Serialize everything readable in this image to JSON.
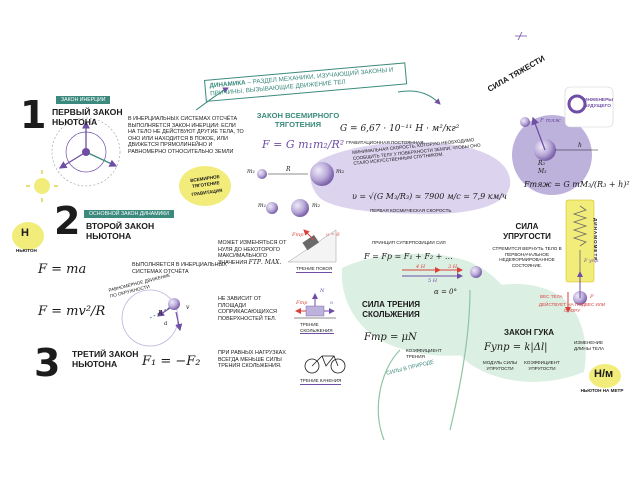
{
  "badge_text": "ИНЖЕНЕРЫ БУДУЩЕГО",
  "title": {
    "main": "ДИНАМИКА",
    "rest": " – РАЗДЕЛ МЕХАНИКИ, ИЗУЧАЮЩИЙ ЗАКОНЫ И ПРИЧИНЫ, ВЫЗЫВАЮЩИЕ ДВИЖЕНИЕ ТЕЛ"
  },
  "law1": {
    "num": "1",
    "tag": "ЗАКОН ИНЕРЦИИ",
    "title": "ПЕРВЫЙ ЗАКОН НЬЮТОНА",
    "text": "В ИНЕРЦИАЛЬНЫХ СИСТЕМАХ ОТСЧЁТА ВЫПОЛНЯЕТСЯ ЗАКОН ИНЕРЦИИ: ЕСЛИ НА ТЕЛО НЕ ДЕЙСТВУЮТ ДРУГИЕ ТЕЛА, ТО ОНО ИЛИ НАХОДИТСЯ В ПОКОЕ, ИЛИ ДВИЖЕТСЯ ПРЯМОЛИНЕЙНО И РАВНОМЕРНО ОТНОСИТЕЛЬНО ЗЕМЛИ"
  },
  "law2": {
    "num": "2",
    "tag": "ОСНОВНОЙ ЗАКОН ДИНАМИКИ",
    "title": "ВТОРОЙ ЗАКОН НЬЮТОНА",
    "unit_left": "Н",
    "unit_label": "НЬЮТОН",
    "formula": "F = ma",
    "formula_text": "ВЫПОЛНЯЕТСЯ В ИНЕРЦИАЛЬНЫХ СИСТЕМАХ ОТСЧЁТА",
    "formula2": "F = mv²/R",
    "circle_text": "РАВНОМЕРНОЕ ДВИЖЕНИЕ ПО ОКРУЖНОСТИ",
    "label_v": "v",
    "label_R": "R",
    "label_a": "a"
  },
  "law3": {
    "num": "3",
    "title": "ТРЕТИЙ ЗАКОН НЬЮТОНА",
    "formula": "F₁ = −F₂"
  },
  "gravity": {
    "title": "ЗАКОН ВСЕМИРНОГО ТЯГОТЕНИЯ",
    "formula": "F = G m₁m₂/R²",
    "G_value": "G = 6,67 · 10⁻¹¹ Н · м²/кг²",
    "G_label": "ГРАВИТАЦИОННАЯ ПОСТОЯННАЯ",
    "side_label": "ВСЕМИРНОЕ ТЯГОТЕНИЕ",
    "side_label2": "ГРАВИТАЦИЯ",
    "m1": "m₁",
    "m2": "m₂",
    "R": "R"
  },
  "cosmic": {
    "text": "МИНИМАЛЬНАЯ СКОРОСТЬ, КОТОРУЮ НЕОБХОДИМО СООБЩИТЬ ТЕЛУ У ПОВЕРХНОСТИ ЗЕМЛИ, ЧТОБЫ ОНО СТАЛО ИСКУССТВЕННЫМ СПУТНИКОМ.",
    "formula": "υ = √(G M₃/R₃) ≈ 7900 м/с = 7,9 км/ч",
    "label": "ПЕРВАЯ КОСМИЧЕСКАЯ СКОРОСТЬ"
  },
  "weight_force": {
    "title": "СИЛА ТЯЖЕСТИ",
    "R": "R₃",
    "M": "M₃",
    "h": "h",
    "vec": "F тяж",
    "formula": "Fтяж = G mM₃/(R₃ + h)²"
  },
  "elastic": {
    "title": "СИЛА УПРУГОСТИ",
    "text": "СТРЕМИТСЯ ВЕРНУТЬ ТЕЛО В ПЕРВОНАЧАЛЬНОЕ НЕДЕФОРМИРОВАННОЕ СОСТОЯНИЕ.",
    "device": "ДИНАМОМЕТР",
    "weight_label": "ВЕС ТЕЛА",
    "weight_text": "ДЕЙСТВУЕТ НА ПОДВЕС ИЛИ ОПОРУ",
    "vecF": "F упр",
    "vecP": "P"
  },
  "hooke": {
    "title": "ЗАКОН ГУКА",
    "formula": "Fупр = k|Δl|",
    "label1": "МОДУЛЬ СИЛЫ УПРУГОСТИ",
    "label2": "КОЭФФИЦИЕНТ УПРУГОСТИ",
    "label3": "ИЗМЕНЕНИЕ ДЛИНЫ ТЕЛА",
    "unit": "Н/м",
    "unit_label": "НЬЮТОН НА МЕТР"
  },
  "friction": {
    "title": "СИЛА ТРЕНИЯ СКОЛЬЖЕНИЯ",
    "formula": "Fтр = μN",
    "coef": "КОЭФФИЦИЕНТ ТРЕНИЯ",
    "text1": "МОЖЕТ ИЗМЕНЯТЬСЯ ОТ НУЛЯ ДО НЕКОТОРОГО МАКСИМАЛЬНОГО ЗНАЧЕНИЯ",
    "text1b": "Fтр. max.",
    "cap1": "ТРЕНИЕ ПОКОЯ",
    "text2": "НЕ ЗАВИСИТ ОТ ПЛОЩАДИ СОПРИКАСАЮЩИХСЯ ПОВЕРХНОСТЕЙ ТЕЛ.",
    "cap2": "ТРЕНИЕ СКОЛЬЖЕНИЯ",
    "text3": "ПРИ РАВНЫХ НАГРУЗКАХ ВСЕГДА МЕНЬШЕ СИЛЫ ТРЕНИЯ СКОЛЬЖЕНИЯ.",
    "cap3": "ТРЕНИЕ КАЧЕНИЯ",
    "v0": "υ = 0",
    "Ftr": "Fтр",
    "N": "N",
    "vv": "υ"
  },
  "superposition": {
    "text": "ПРИНЦИП СУПЕРПОЗИЦИИ СИЛ",
    "formula": "F = Fр = F₁ + F₂ + …",
    "n4": "4 Н",
    "n3": "3 Н",
    "n5": "5 Н",
    "angle": "α = 0°"
  },
  "nature": "СИЛЫ В ПРИРОДЕ",
  "colors": {
    "teal": "#3b8a7d",
    "purple": "#6f4ea6",
    "lilac": "#bdb2dc",
    "mint": "#dcefe3",
    "yellow": "#f2ec7a",
    "red": "#d9413b"
  }
}
